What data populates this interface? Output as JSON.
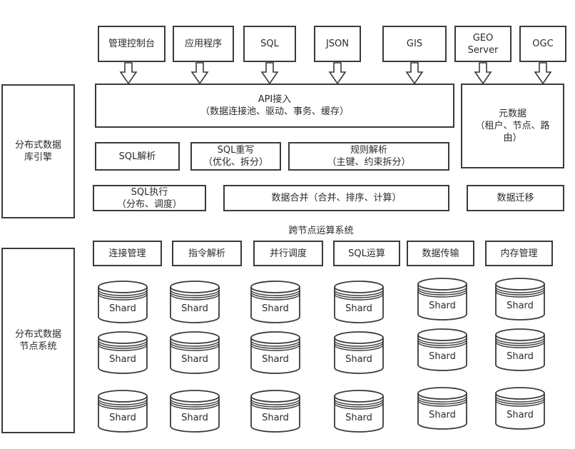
{
  "diagram": {
    "left_labels": {
      "engine": "分布式数据库引擎",
      "engine_lines": [
        "分布式数据",
        "库引擎"
      ],
      "node_system_lines": [
        "分布式数据",
        "节点系统"
      ]
    },
    "clients": [
      {
        "id": "console",
        "lines": [
          "管理控制台"
        ]
      },
      {
        "id": "app",
        "lines": [
          "应用程序"
        ]
      },
      {
        "id": "sql",
        "lines": [
          "SQL"
        ]
      },
      {
        "id": "json",
        "lines": [
          "JSON"
        ]
      },
      {
        "id": "gis",
        "lines": [
          "GIS"
        ]
      },
      {
        "id": "geoserver",
        "lines": [
          "GEO",
          "Server"
        ]
      },
      {
        "id": "ogc",
        "lines": [
          "OGC"
        ]
      }
    ],
    "engine_boxes": {
      "api": [
        "API接入",
        "（数据连接池、驱动、事务、缓存）"
      ],
      "metadata": [
        "元数据",
        "（租户、节点、路",
        "由）"
      ],
      "sql_parse": [
        "SQL解析"
      ],
      "sql_rewrite": [
        "SQL重写",
        "（优化、拆分）"
      ],
      "rule_parse": [
        "规则解析",
        "（主键、约束拆分）"
      ],
      "sql_exec": [
        "SQL执行",
        "（分布、调度）"
      ],
      "data_merge": [
        "数据合并（合并、排序、计算）"
      ],
      "data_migration": [
        "数据迁移"
      ]
    },
    "cross_node_title": "跨节点运算系统",
    "node_modules": [
      "连接管理",
      "指令解析",
      "并行调度",
      "SQL运算",
      "数据传输",
      "内存管理"
    ],
    "shard_label": "Shard",
    "shard_grid": {
      "columns": 6,
      "rows": 3
    },
    "arrow_icon": "hollow-down-arrow",
    "shard_icon": "database-cylinder"
  }
}
